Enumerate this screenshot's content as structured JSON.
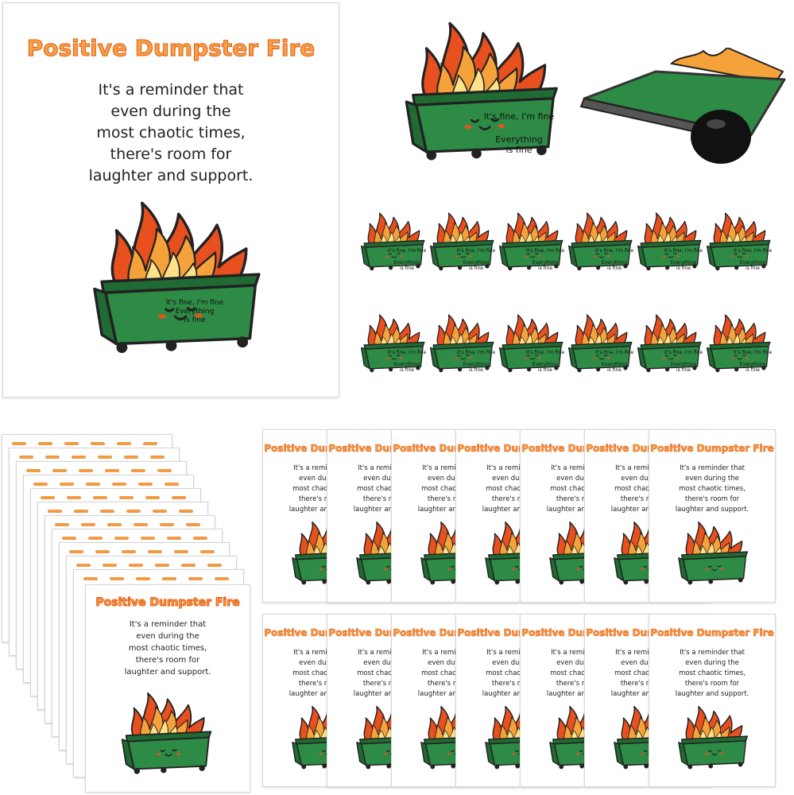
{
  "card": {
    "title": "Positive Dumpster Fire",
    "lines": [
      "It's a reminder that",
      "even during the",
      "most chaotic times,",
      "there's room for",
      "laughter and support."
    ]
  },
  "pin": {
    "line1": "It's fine, I'm fine",
    "line2": "Everything",
    "line3": "is fine"
  },
  "colors": {
    "flame_outer": "#e8501f",
    "flame_mid": "#f6a23a",
    "flame_inner": "#fde28a",
    "dumpster": "#2e8b45",
    "dumpster_dark": "#1f6b33",
    "outline": "#222222",
    "title_orange": "#e8590c"
  },
  "counts": {
    "small_pins": 12,
    "stack_cards": 12,
    "grid_cards": 14
  }
}
